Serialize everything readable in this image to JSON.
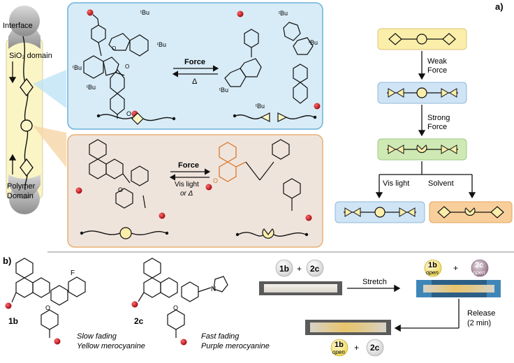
{
  "panel_a": {
    "letter": "a)",
    "interface_label": "Interface",
    "sio2_label": "SiO₂ domain",
    "polymer_label_1": "Polymer",
    "polymer_label_2": "Domain",
    "force_label": "Force",
    "delta_label": "Δ",
    "tbu": "ᵗBu",
    "force_label_2": "Force",
    "vis_light_label": "Vis light",
    "or_delta_label": "or Δ",
    "flow": {
      "weak_force_1": "Weak",
      "weak_force_2": "Force",
      "strong_force_1": "Strong",
      "strong_force_2": "Force",
      "vis_light": "Vis light",
      "solvent": "Solvent"
    }
  },
  "panel_b": {
    "letter": "b)",
    "compound_1": "1b",
    "compound_2": "2c",
    "desc_1_line1": "Slow fading",
    "desc_1_line2": "Yellow merocyanine",
    "desc_2_line1": "Fast fading",
    "desc_2_line2": "Purple merocyanine",
    "plus": "+",
    "stretch_label": "Stretch",
    "release_label": "Release",
    "release_time": "(2 min)",
    "open_label": "open",
    "fluorine": "F",
    "nitrogen": "N"
  },
  "colors": {
    "blue_panel": "#d8ecf7",
    "blue_border": "#6cb2d9",
    "tan_panel": "#efe4dc",
    "tan_border": "#e9b073",
    "yellow": "#fbeeaa",
    "green": "#cfe9b4",
    "orange": "#f8cf9b",
    "red_dot": "#c0121a"
  }
}
